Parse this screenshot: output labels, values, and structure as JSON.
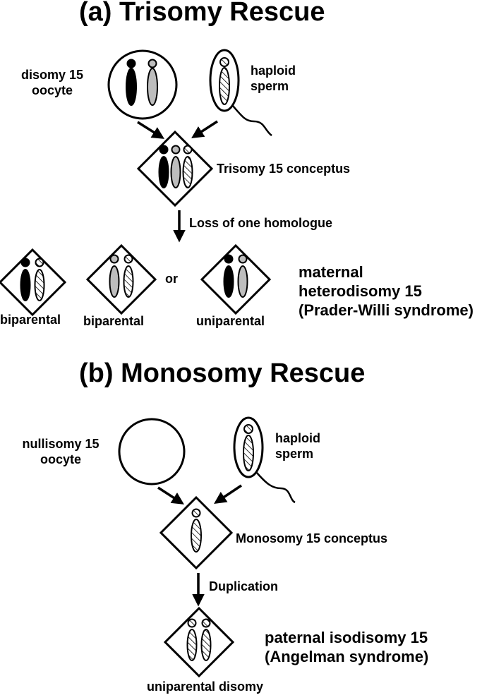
{
  "sections": {
    "a": {
      "title": "(a)   Trisomy Rescue",
      "oocyte_label_1": "disomy 15",
      "oocyte_label_2": "oocyte",
      "sperm_label_1": "haploid",
      "sperm_label_2": "sperm",
      "conceptus_label": "Trisomy 15  conceptus",
      "step_label": "Loss of one homologue",
      "or_label": "or",
      "outcomes": [
        "biparental",
        "biparental",
        "uniparental"
      ],
      "result_1": "maternal",
      "result_2": "heterodisomy 15",
      "result_3": "(Prader-Willi syndrome)"
    },
    "b": {
      "title": "(b)   Monosomy Rescue",
      "oocyte_label_1": "nullisomy 15",
      "oocyte_label_2": "oocyte",
      "sperm_label_1": "haploid",
      "sperm_label_2": "sperm",
      "conceptus_label": "Monosomy 15  conceptus",
      "step_label": "Duplication",
      "outcome": "uniparental disomy",
      "result_1": "paternal  isodisomy 15",
      "result_2": "(Angelman syndrome)"
    }
  },
  "colors": {
    "maternal_black": "#000000",
    "maternal_gray": "#bdbdbd",
    "paternal_hatched": "#000000"
  }
}
